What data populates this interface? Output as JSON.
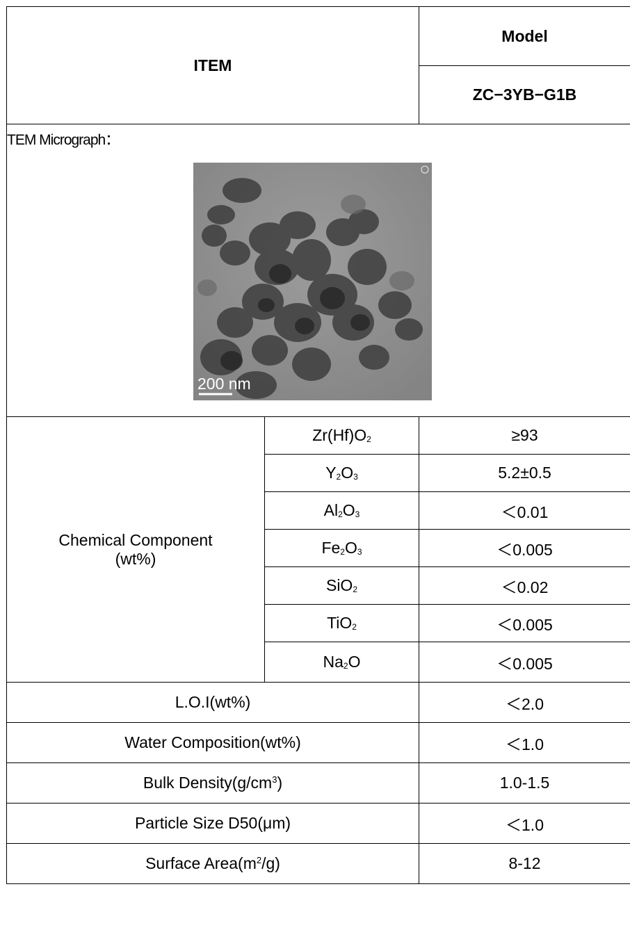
{
  "header": {
    "item_label": "ITEM",
    "model_label": "Model",
    "model_value": "ZC−3YB−G1B"
  },
  "micrograph": {
    "label": "TEM Micrograph：",
    "scale_bar_text": "200 nm"
  },
  "chemical": {
    "label_line1": "Chemical Component",
    "label_line2": "(wt%)",
    "rows": [
      {
        "pre": "Zr(Hf)O",
        "sub1": "2",
        "mid": "",
        "sub2": "",
        "post": "",
        "value": "≥93"
      },
      {
        "pre": "Y",
        "sub1": "2",
        "mid": "O",
        "sub2": "3",
        "post": "",
        "value": "5.2±0.5"
      },
      {
        "pre": "Al",
        "sub1": "2",
        "mid": "O",
        "sub2": "3",
        "post": "",
        "value": "＜0.01"
      },
      {
        "pre": "Fe",
        "sub1": "2",
        "mid": "O",
        "sub2": "3",
        "post": "",
        "value": "＜0.005"
      },
      {
        "pre": "SiO",
        "sub1": "2",
        "mid": "",
        "sub2": "",
        "post": "",
        "value": "＜0.02"
      },
      {
        "pre": "TiO",
        "sub1": "2",
        "mid": "",
        "sub2": "",
        "post": "",
        "value": "＜0.005"
      },
      {
        "pre": "Na",
        "sub1": "2",
        "mid": "O",
        "sub2": "",
        "post": "",
        "value": "＜0.005"
      }
    ]
  },
  "properties": [
    {
      "label_pre": "L.O.I(wt%)",
      "sup": "",
      "label_post": "",
      "value": "＜2.0"
    },
    {
      "label_pre": "Water Composition(wt%)",
      "sup": "",
      "label_post": "",
      "value": "＜1.0"
    },
    {
      "label_pre": "Bulk Density(g/cm",
      "sup": "3",
      "label_post": ")",
      "value": "1.0-1.5"
    },
    {
      "label_pre": "Particle Size  D50(μm)",
      "sup": "",
      "label_post": "",
      "value": "＜1.0"
    },
    {
      "label_pre": "Surface Area(m",
      "sup": "2",
      "label_post": "/g)",
      "value": "8-12"
    }
  ]
}
